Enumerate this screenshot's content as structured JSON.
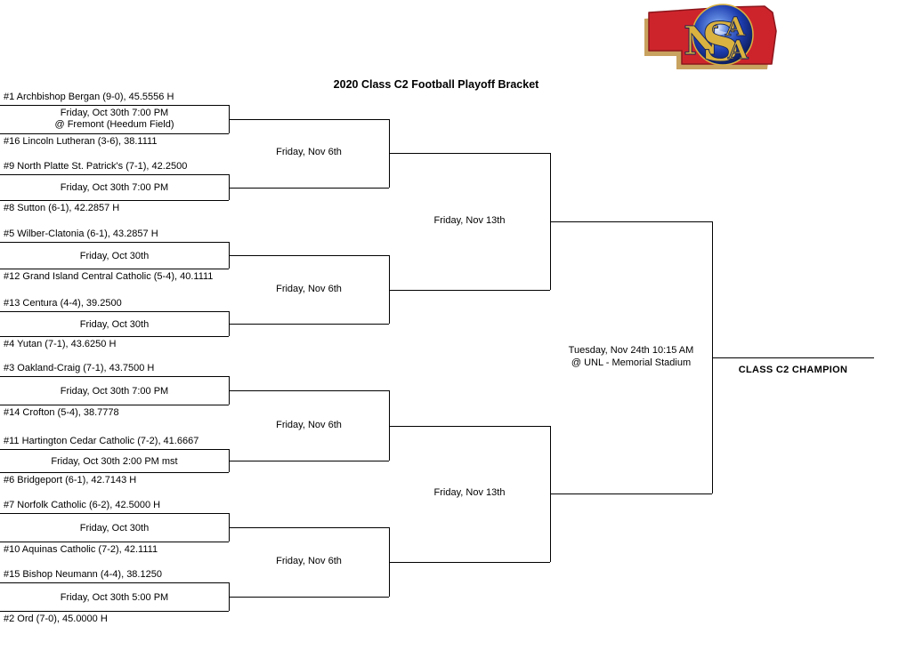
{
  "title": "2020 Class C2 Football Playoff Bracket",
  "champion_label": "CLASS C2 CHAMPION",
  "logo": {
    "letters": [
      "N",
      "S",
      "A",
      "A"
    ],
    "colors": {
      "state_red": "#cd242c",
      "shadow_tan": "#c8a25f",
      "letter_gold": "#d9b23f",
      "globe_blue": "#1d3cae"
    }
  },
  "round1": [
    {
      "top": "#1 Archbishop Bergan (9-0), 45.5556 H",
      "bottom": "#16 Lincoln Lutheran (3-6), 38.1111",
      "date": "Friday, Oct 30th 7:00 PM",
      "venue": "@ Fremont (Heedum Field)"
    },
    {
      "top": "#9 North Platte St. Patrick's (7-1), 42.2500",
      "bottom": "#8 Sutton (6-1), 42.2857 H",
      "date": "Friday, Oct 30th 7:00 PM",
      "venue": ""
    },
    {
      "top": "#5 Wilber-Clatonia (6-1), 43.2857 H",
      "bottom": "#12 Grand Island Central Catholic (5-4), 40.1111",
      "date": "Friday, Oct 30th",
      "venue": ""
    },
    {
      "top": "#13 Centura (4-4), 39.2500",
      "bottom": "#4 Yutan (7-1), 43.6250 H",
      "date": "Friday, Oct 30th",
      "venue": ""
    },
    {
      "top": "#3 Oakland-Craig (7-1), 43.7500 H",
      "bottom": "#14 Crofton (5-4), 38.7778",
      "date": "Friday, Oct 30th 7:00 PM",
      "venue": ""
    },
    {
      "top": "#11 Hartington Cedar Catholic (7-2), 41.6667",
      "bottom": "#6 Bridgeport (6-1), 42.7143 H",
      "date": "Friday, Oct 30th 2:00 PM mst",
      "venue": ""
    },
    {
      "top": "#7 Norfolk Catholic (6-2), 42.5000 H",
      "bottom": "#10 Aquinas Catholic (7-2), 42.1111",
      "date": "Friday, Oct 30th",
      "venue": ""
    },
    {
      "top": "#15 Bishop Neumann (4-4), 38.1250",
      "bottom": "#2 Ord (7-0), 45.0000 H",
      "date": "Friday, Oct 30th 5:00 PM",
      "venue": ""
    }
  ],
  "round2_dates": [
    "Friday, Nov 6th",
    "Friday, Nov 6th",
    "Friday, Nov 6th",
    "Friday, Nov 6th"
  ],
  "round3_dates": [
    "Friday, Nov 13th",
    "Friday, Nov 13th"
  ],
  "final": {
    "date": "Tuesday, Nov 24th 10:15 AM",
    "venue": "@ UNL - Memorial Stadium"
  }
}
